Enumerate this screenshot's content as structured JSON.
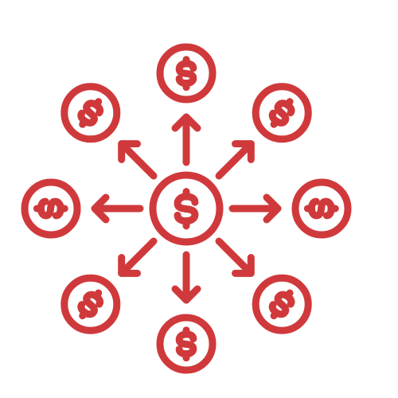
{
  "icon": {
    "name": "money-distribution-icon",
    "color": "#d0393b",
    "center_coin": "dollar-coin-icon",
    "outer_coins": [
      "dollar-coin-icon-north",
      "dollar-coin-icon-northeast",
      "dollar-coin-icon-east",
      "dollar-coin-icon-southeast",
      "dollar-coin-icon-south",
      "dollar-coin-icon-southwest",
      "dollar-coin-icon-west",
      "dollar-coin-icon-northwest"
    ],
    "arrow": "arrow-icon"
  }
}
